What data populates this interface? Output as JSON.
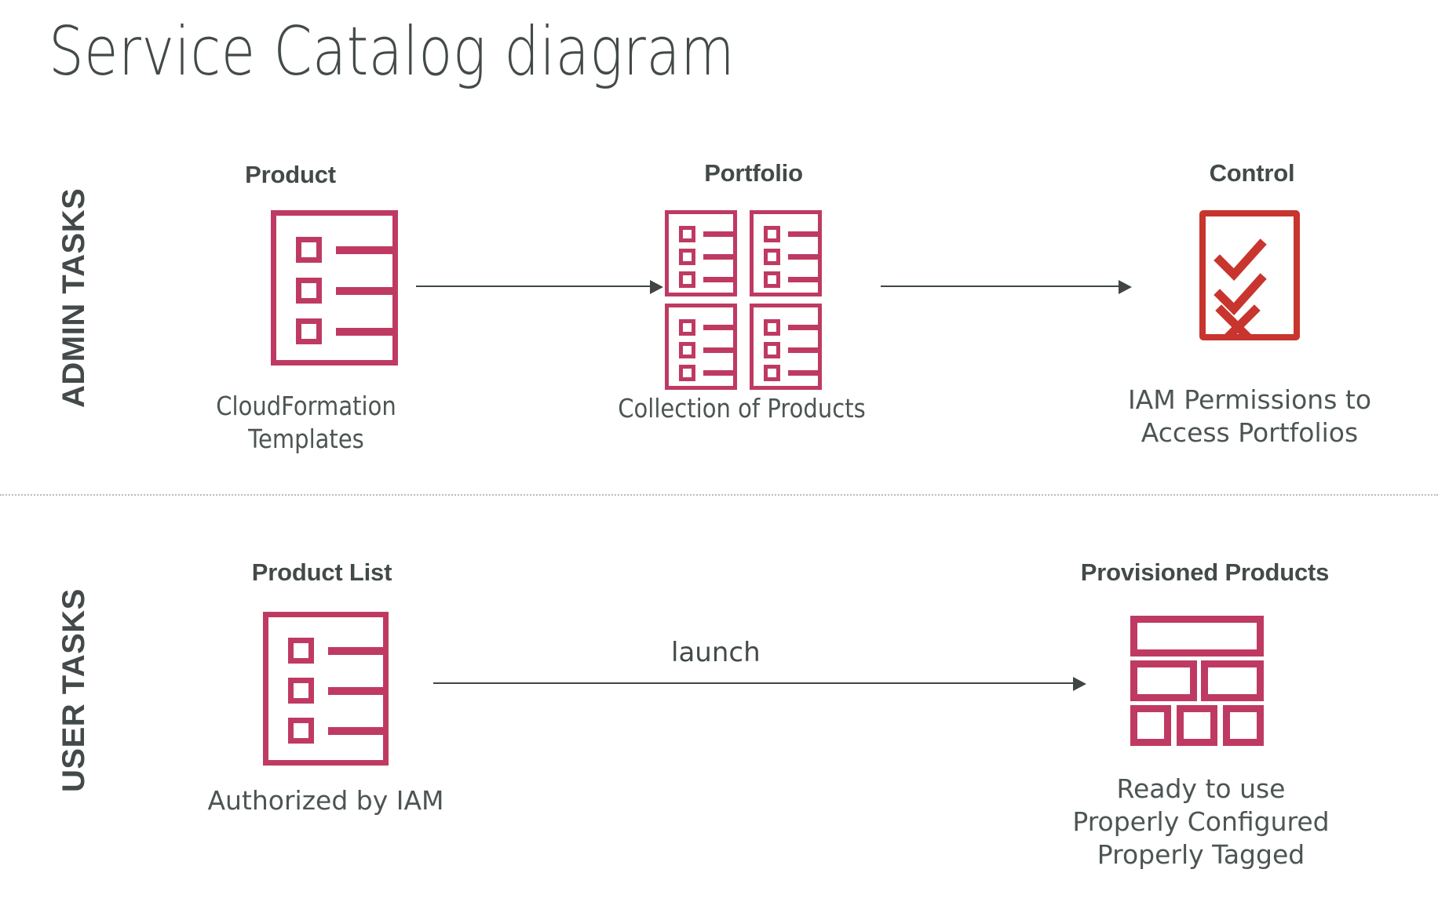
{
  "title": "Service Catalog diagram",
  "lanes": [
    {
      "id": "admin",
      "label": "ADMIN TASKS"
    },
    {
      "id": "user",
      "label": "USER TASKS"
    }
  ],
  "colors": {
    "magenta": "#BF3A62",
    "control_red": "#C8352F",
    "text_dark": "#434A49",
    "divider": "#B9BDBC",
    "arrow": "#3F4644",
    "background": "#FFFFFF"
  },
  "admin_row": {
    "nodes": [
      {
        "id": "product",
        "heading": "Product",
        "caption": "CloudFormation\nTemplates",
        "icon": "checklist-document-icon"
      },
      {
        "id": "portfolio",
        "heading": "Portfolio",
        "caption": "Collection of Products",
        "icon": "portfolio-grid-icon",
        "sub_icon_count": 4
      },
      {
        "id": "control",
        "heading": "Control",
        "caption": "IAM Permissions to\nAccess Portfolios",
        "icon": "control-checklist-icon",
        "marks": [
          "check",
          "check",
          "cross"
        ]
      }
    ],
    "arrows": [
      {
        "id": "product-to-portfolio",
        "label": ""
      },
      {
        "id": "portfolio-to-control",
        "label": ""
      }
    ]
  },
  "user_row": {
    "nodes": [
      {
        "id": "product-list",
        "heading": "Product List",
        "caption": "Authorized by IAM",
        "icon": "checklist-document-icon"
      },
      {
        "id": "provisioned-products",
        "heading": "Provisioned Products",
        "caption": "Ready to use\nProperly Configured\nProperly Tagged",
        "icon": "provisioned-blocks-icon"
      }
    ],
    "arrows": [
      {
        "id": "productlist-to-provisioned",
        "label": "launch"
      }
    ]
  }
}
